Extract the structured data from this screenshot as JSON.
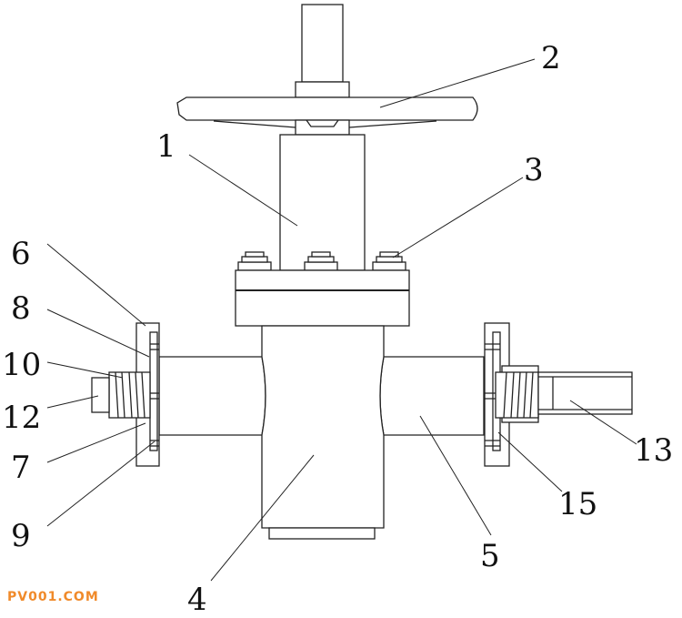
{
  "labels": {
    "l1": "1",
    "l2": "2",
    "l3": "3",
    "l4": "4",
    "l5": "5",
    "l6": "6",
    "l7": "7",
    "l8": "8",
    "l9": "9",
    "l10": "10",
    "l12": "12",
    "l13": "13",
    "l15": "15"
  },
  "watermark": "PV001.COM",
  "colors": {
    "line": "#222222",
    "watermark": "#f08a2a"
  }
}
